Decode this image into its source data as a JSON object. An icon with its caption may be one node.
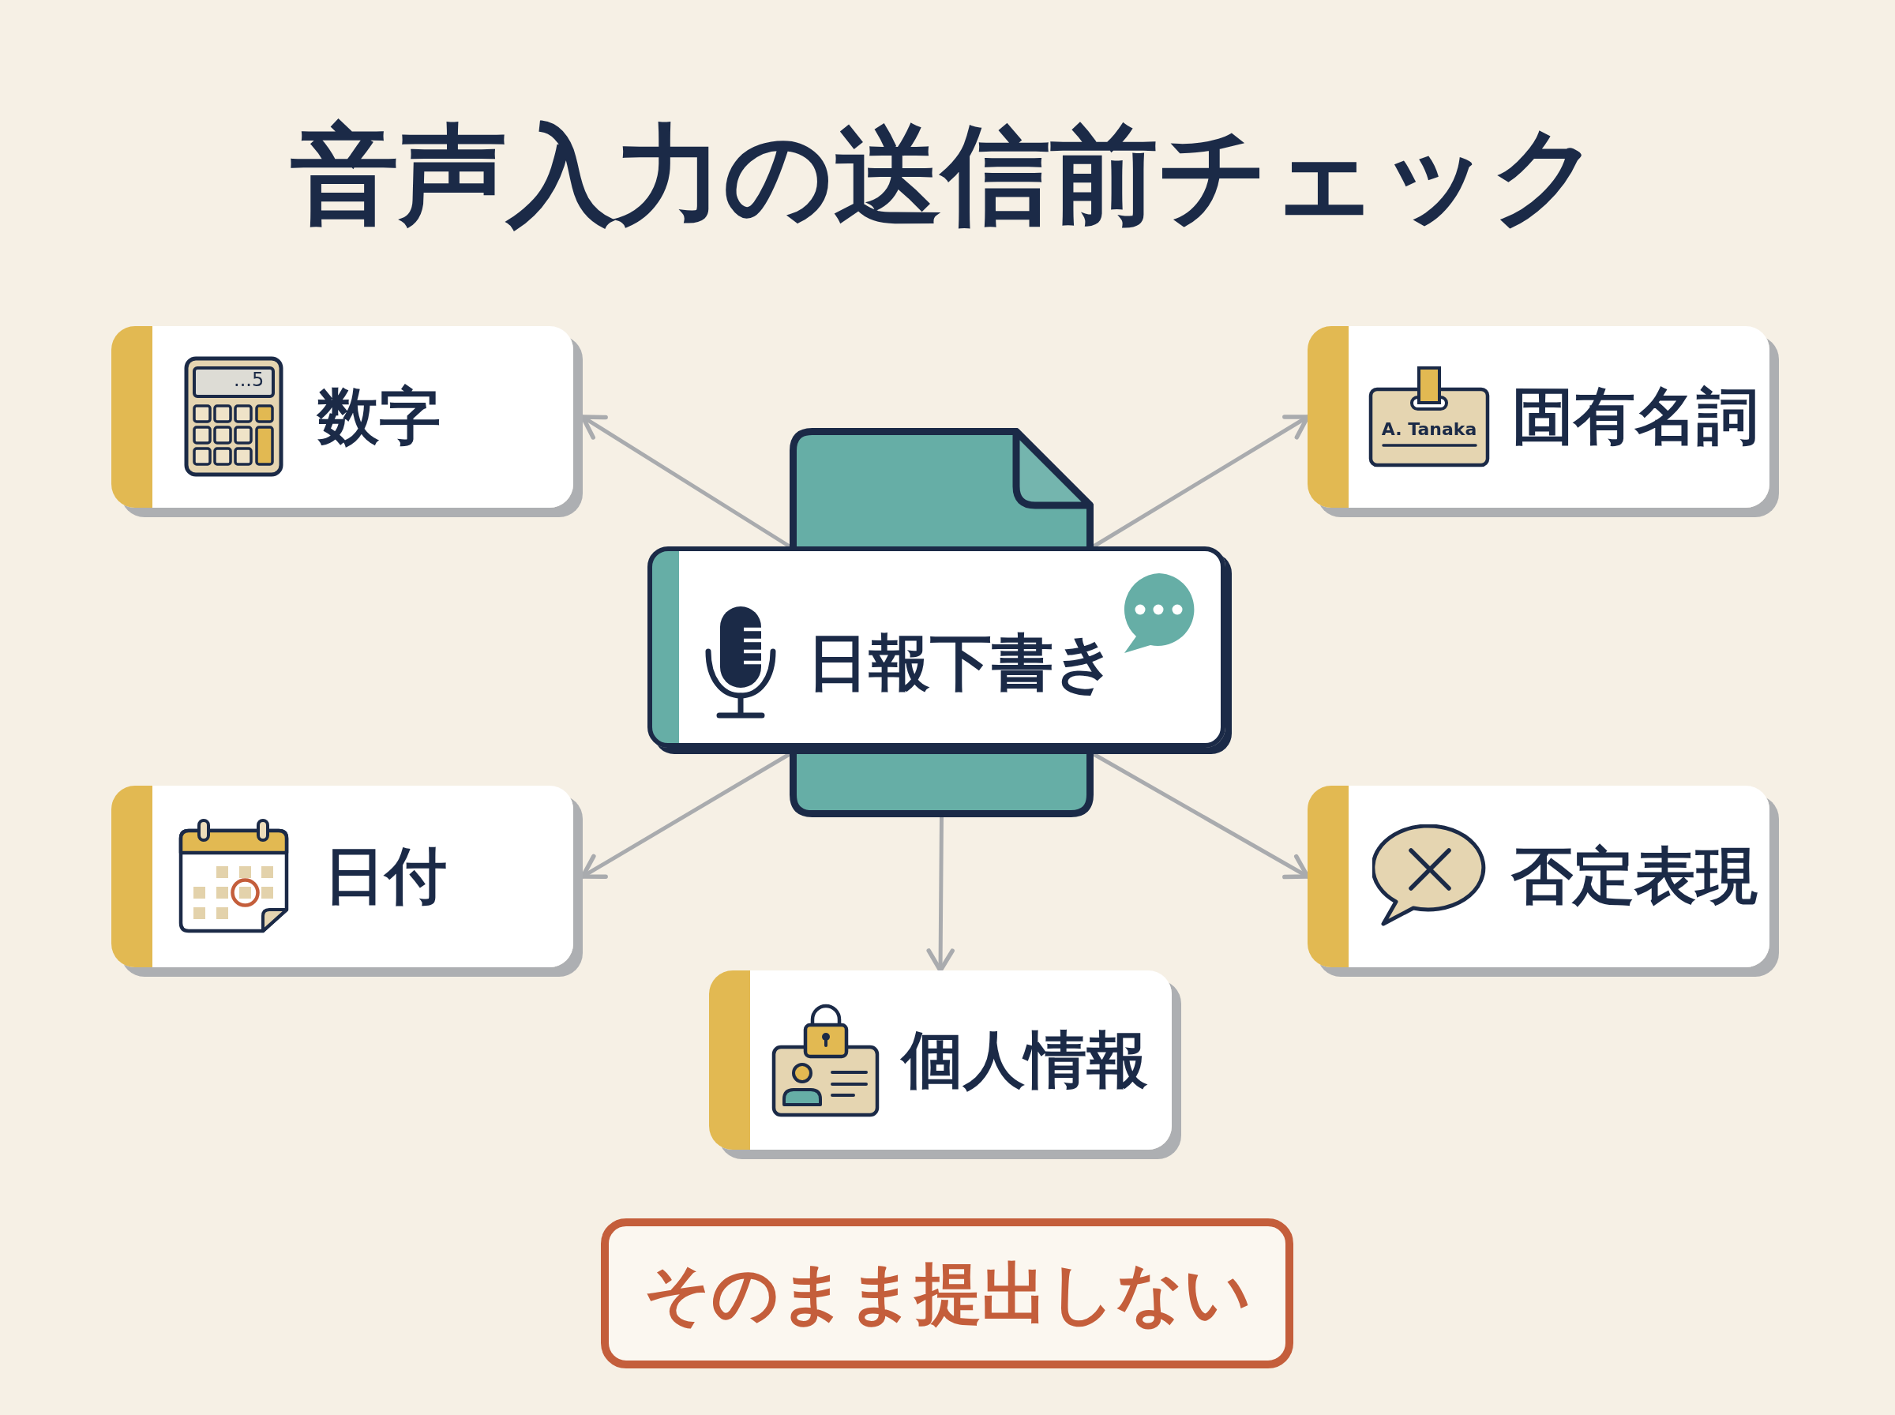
{
  "diagram": {
    "title": "音声入力の送信前チェック",
    "nodes": [
      {
        "text": [
          "数字"
        ]
      },
      {
        "text": [
          "固有名詞"
        ]
      },
      {
        "text": [
          "日報下書き"
        ]
      },
      {
        "text": [
          "日付"
        ]
      },
      {
        "text": [
          "否定表現"
        ]
      },
      {
        "text": [
          "個人情報"
        ]
      },
      {
        "text": [
          "そのまま提出しない"
        ]
      }
    ],
    "edges": [
      {
        "from": 2,
        "to": 0,
        "arrow": "to"
      },
      {
        "from": 2,
        "to": 1,
        "arrow": "to"
      },
      {
        "from": 2,
        "to": 3,
        "arrow": "to"
      },
      {
        "from": 2,
        "to": 4,
        "arrow": "to"
      },
      {
        "from": 2,
        "to": 5,
        "arrow": "to"
      }
    ],
    "labels": [
      "...5",
      "A. Tanaka"
    ]
  }
}
